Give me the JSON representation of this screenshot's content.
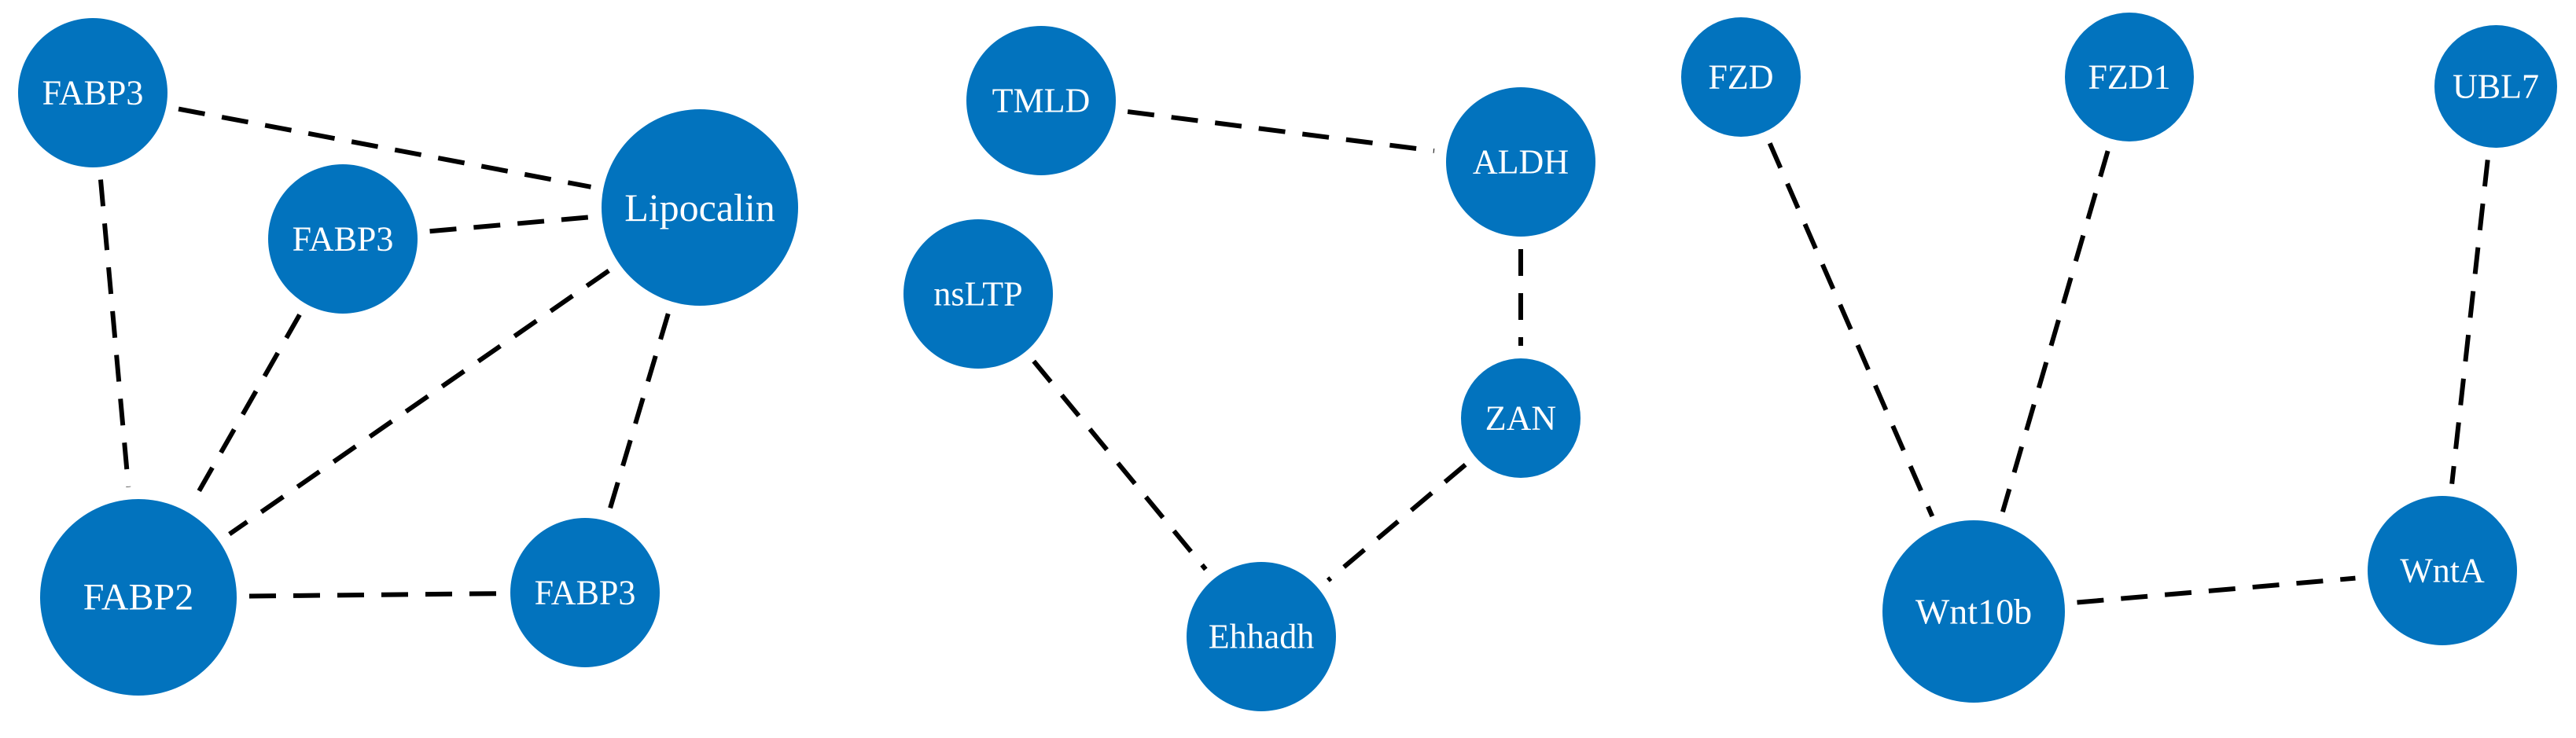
{
  "colors": {
    "node_fill": "#0273BE",
    "node_text": "#FFFFFF",
    "edge": "#000000",
    "background": "#FFFFFF"
  },
  "edge_style": "dashed",
  "nodes": [
    {
      "id": "n1",
      "label": "FABP3"
    },
    {
      "id": "n2",
      "label": "FABP3"
    },
    {
      "id": "n3",
      "label": "Lipocalin"
    },
    {
      "id": "n4",
      "label": "FABP2"
    },
    {
      "id": "n5",
      "label": "FABP3"
    },
    {
      "id": "n6",
      "label": "TMLD"
    },
    {
      "id": "n7",
      "label": "ALDH"
    },
    {
      "id": "n8",
      "label": "nsLTP"
    },
    {
      "id": "n9",
      "label": "ZAN"
    },
    {
      "id": "n10",
      "label": "Ehhadh"
    },
    {
      "id": "n11",
      "label": "FZD"
    },
    {
      "id": "n12",
      "label": "FZD1"
    },
    {
      "id": "n13",
      "label": "UBL7"
    },
    {
      "id": "n14",
      "label": "Wnt10b"
    },
    {
      "id": "n15",
      "label": "WntA"
    }
  ],
  "edges": [
    {
      "source": "n1",
      "target": "n3"
    },
    {
      "source": "n1",
      "target": "n4"
    },
    {
      "source": "n2",
      "target": "n3"
    },
    {
      "source": "n2",
      "target": "n4"
    },
    {
      "source": "n3",
      "target": "n4"
    },
    {
      "source": "n3",
      "target": "n5"
    },
    {
      "source": "n4",
      "target": "n5"
    },
    {
      "source": "n6",
      "target": "n7"
    },
    {
      "source": "n7",
      "target": "n9"
    },
    {
      "source": "n9",
      "target": "n10"
    },
    {
      "source": "n8",
      "target": "n10"
    },
    {
      "source": "n11",
      "target": "n14"
    },
    {
      "source": "n12",
      "target": "n14"
    },
    {
      "source": "n13",
      "target": "n15"
    },
    {
      "source": "n14",
      "target": "n15"
    }
  ]
}
